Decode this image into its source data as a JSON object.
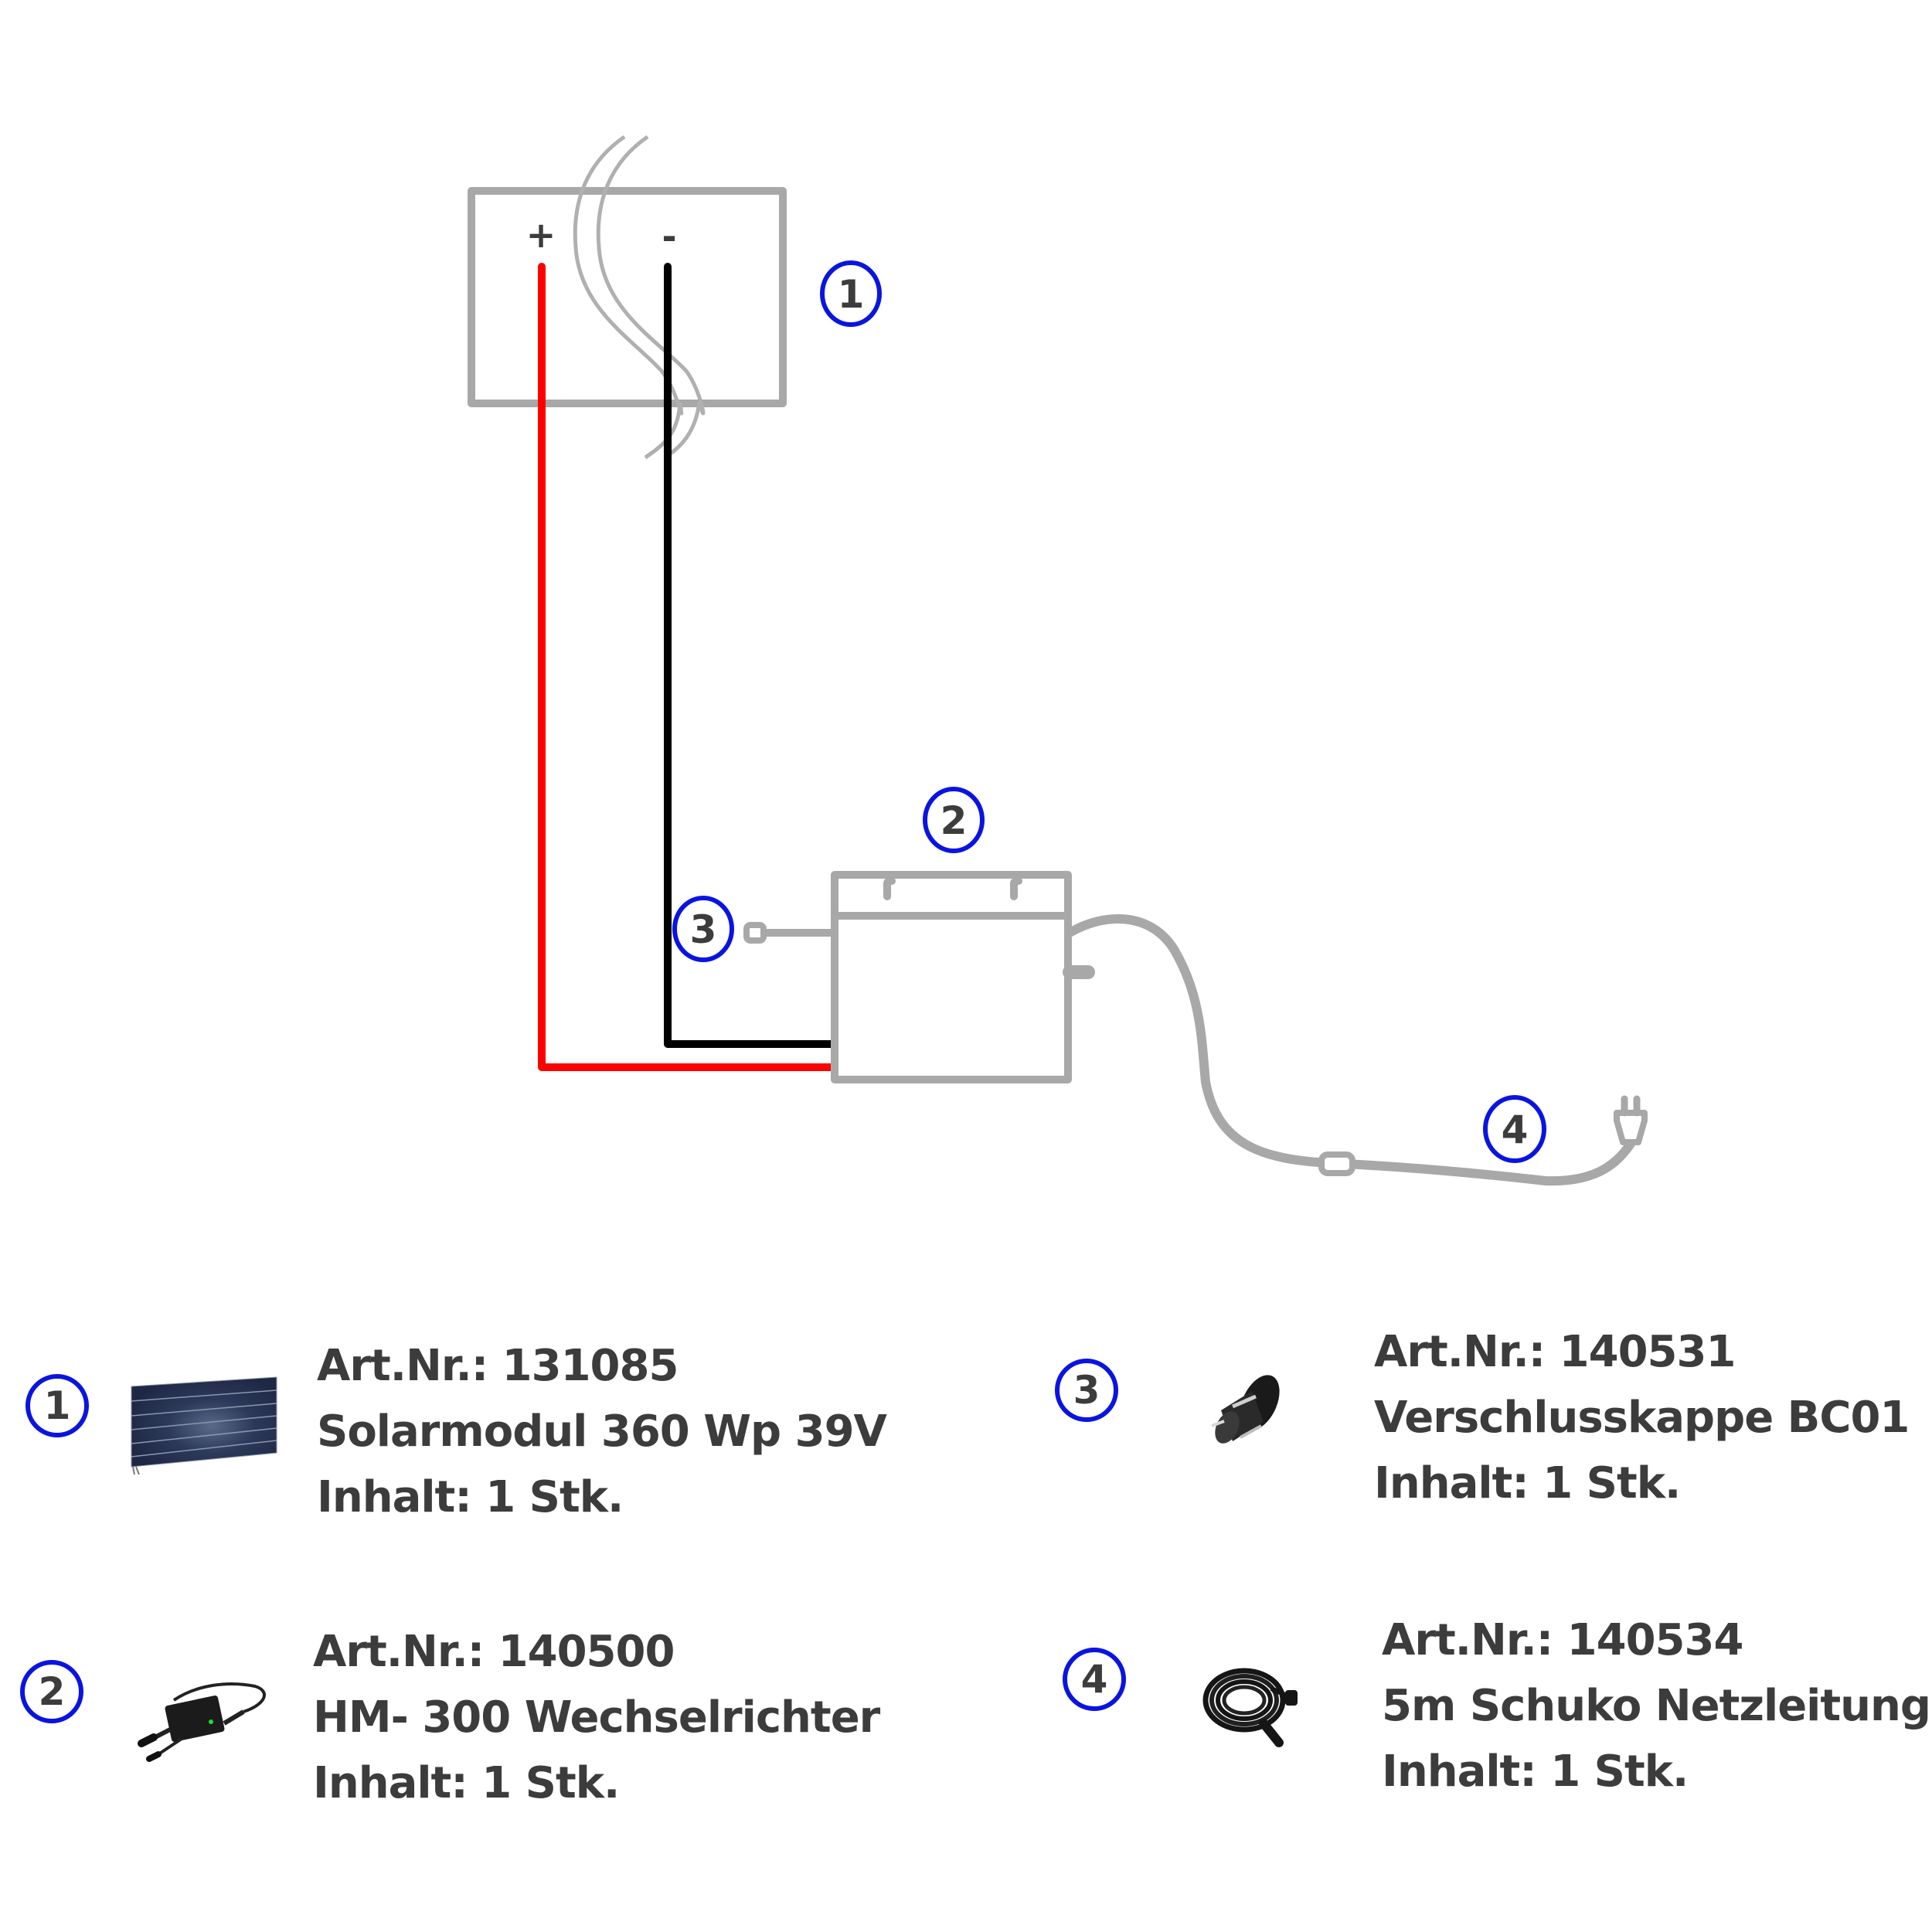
{
  "diagram": {
    "solar_panel": {
      "badge": "1",
      "plus_label": "+",
      "minus_label": "-"
    },
    "inverter": {
      "badge": "2"
    },
    "end_cap": {
      "badge": "3"
    },
    "mains_cable": {
      "badge": "4"
    },
    "colors": {
      "positive_wire": "#ff0000",
      "negative_wire": "#000000",
      "outline": "#a8a8a8",
      "badge_ring": "#0a14e0",
      "text": "#3c3c3c"
    }
  },
  "parts": [
    {
      "badge": "1",
      "article": "Art.Nr.: 131085",
      "name": "Solarmodul 360 Wp 39V",
      "content": "Inhalt: 1 Stk.",
      "thumbnail": "solar-panel"
    },
    {
      "badge": "2",
      "article": "Art.Nr.: 140500",
      "name": "HM- 300 Wechselrichter",
      "content": "Inhalt: 1 Stk.",
      "thumbnail": "microinverter"
    },
    {
      "badge": "3",
      "article": "Art.Nr.: 140531",
      "name": "Verschlusskappe BC01",
      "content": "Inhalt: 1 Stk.",
      "thumbnail": "end-cap"
    },
    {
      "badge": "4",
      "article": "Art.Nr.: 140534",
      "name": "5m Schuko Netzleitung",
      "content": "Inhalt: 1 Stk.",
      "thumbnail": "power-cable"
    }
  ]
}
